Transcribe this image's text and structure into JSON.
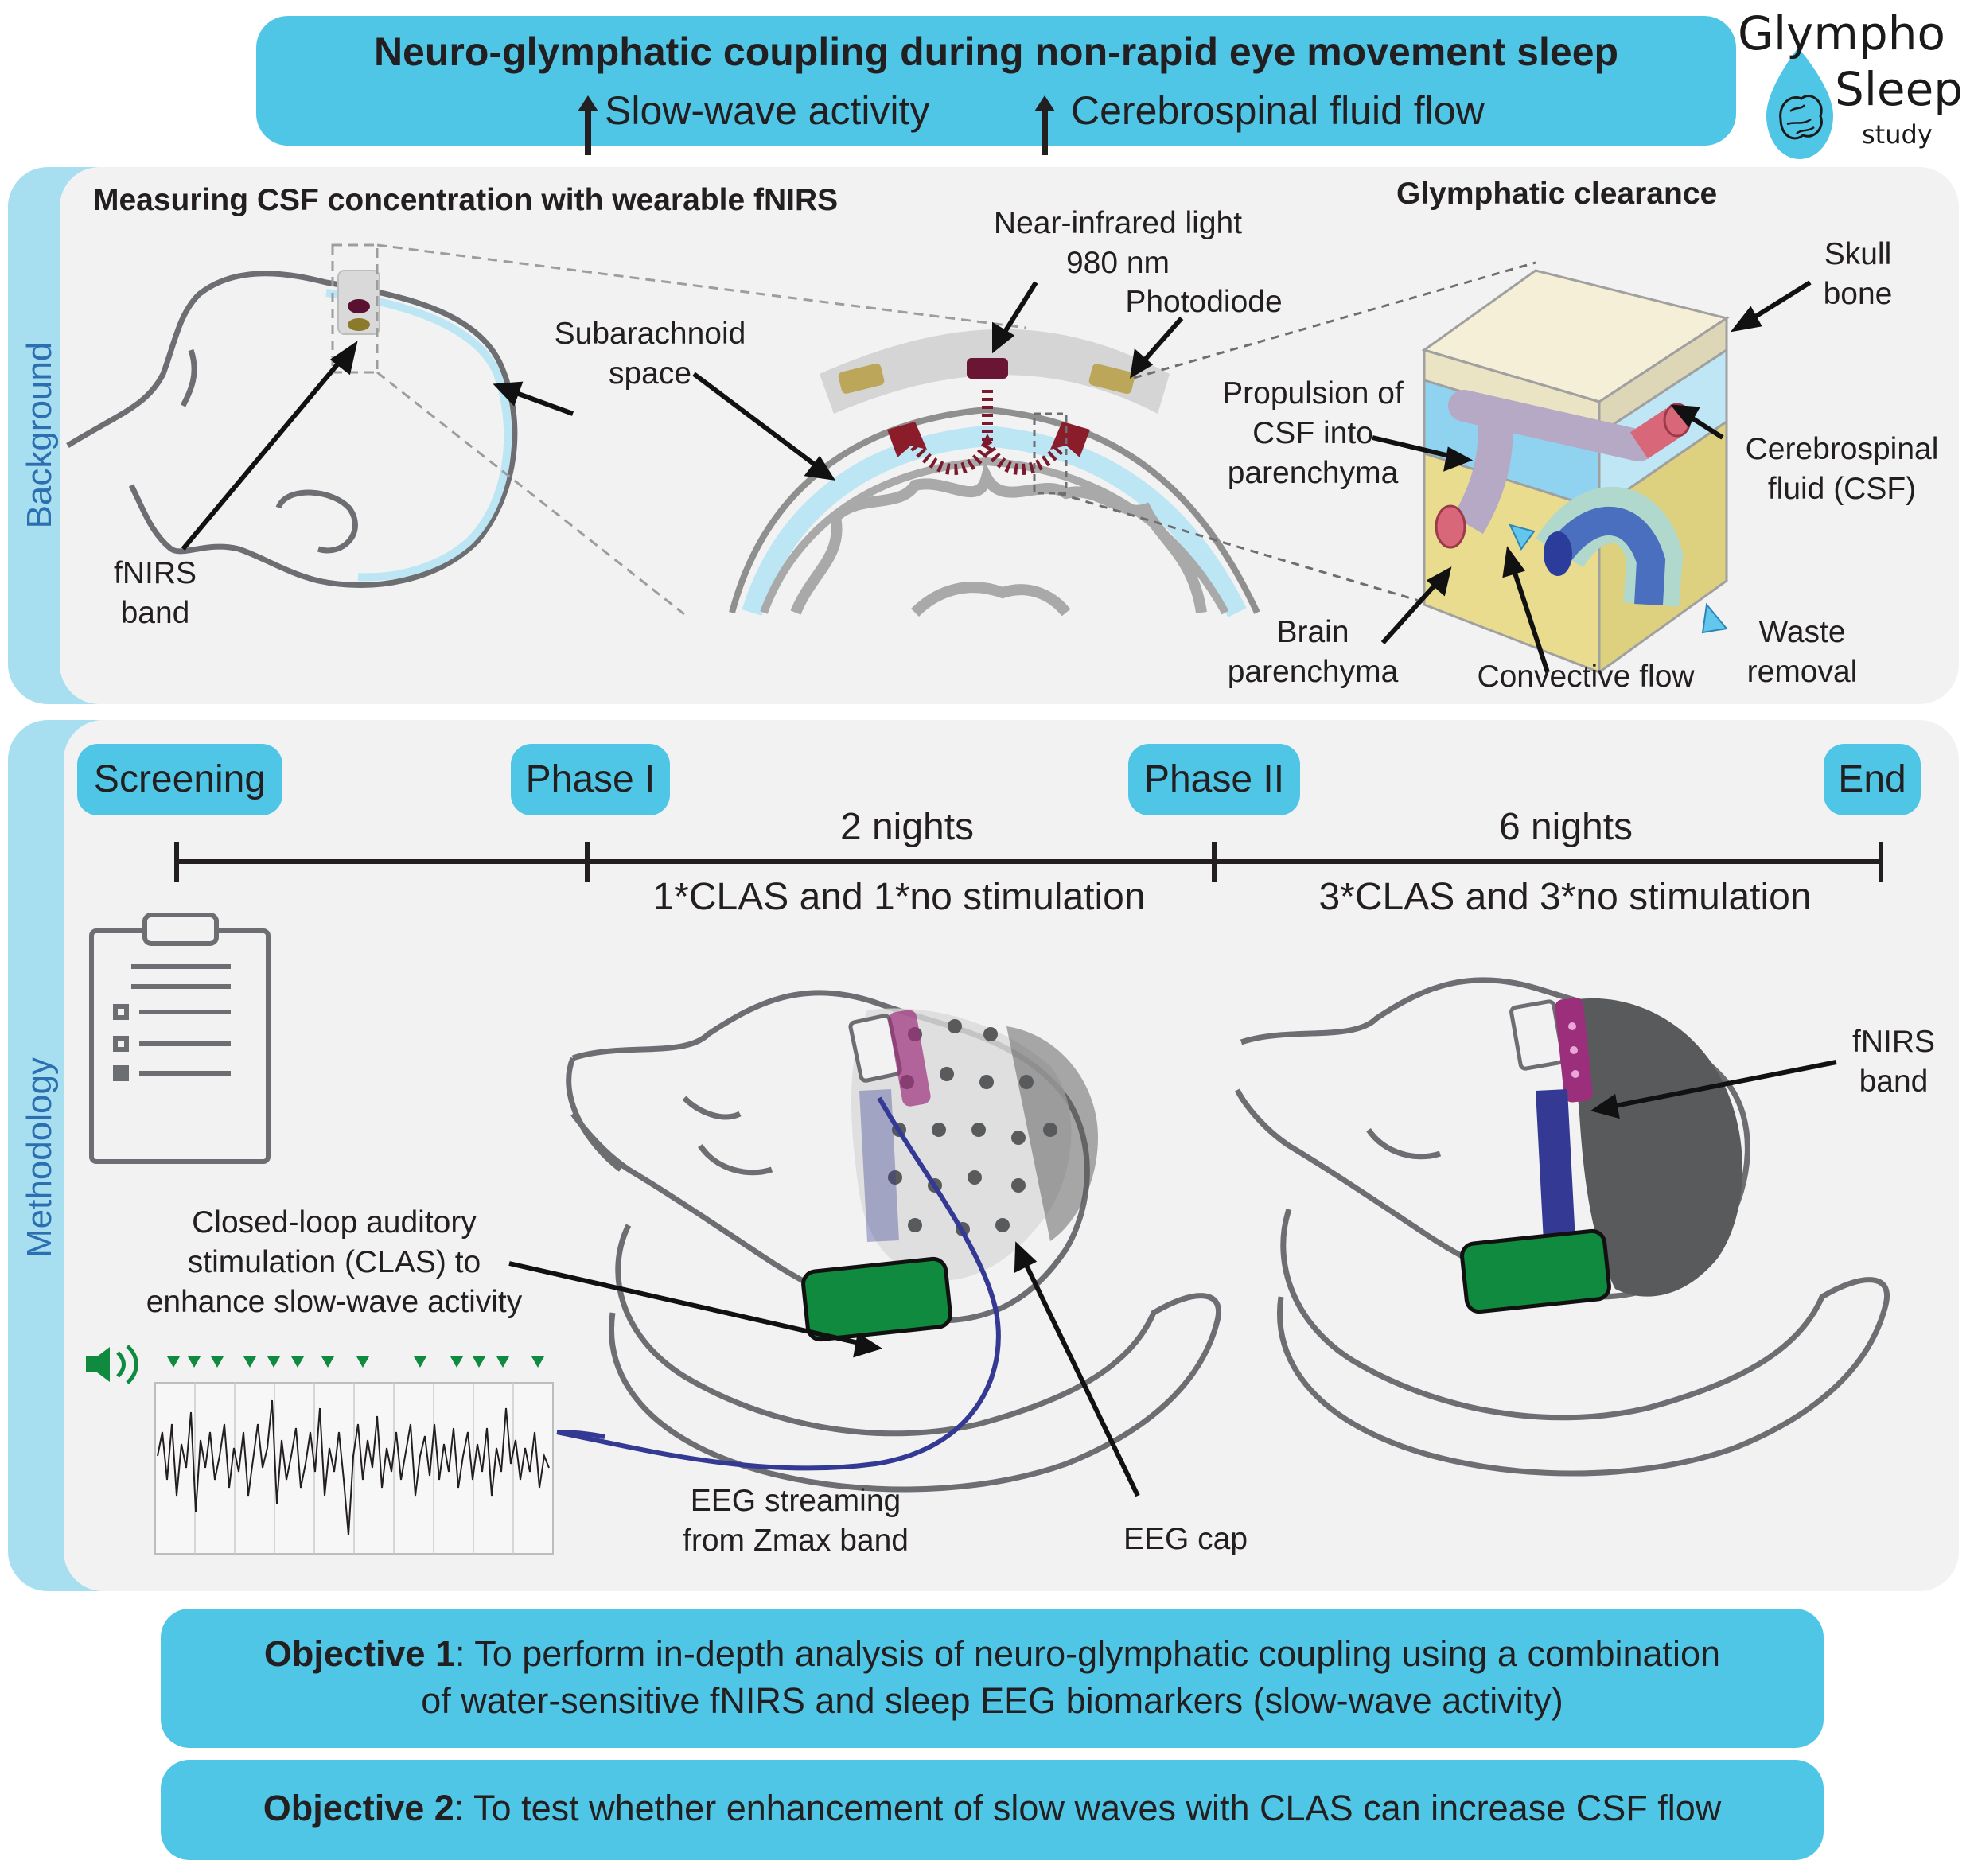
{
  "header": {
    "title": "Neuro-glymphatic coupling during non-rapid eye movement sleep",
    "sub_left": "Slow-wave activity",
    "sub_right": "Cerebrospinal fluid flow"
  },
  "logo": {
    "line1": "Glympho",
    "line2": "Sleep",
    "line3": "study"
  },
  "background_panel": {
    "side_label": "Background",
    "left_title": "Measuring CSF concentration with wearable fNIRS",
    "right_title": "Glymphatic clearance",
    "labels": {
      "fnirs_band_1": "fNIRS",
      "fnirs_band_2": "band",
      "subarachnoid_1": "Subarachnoid",
      "subarachnoid_2": "space",
      "nir_1": "Near-infrared light",
      "nir_2": "980 nm",
      "photodiode": "Photodiode",
      "skull_1": "Skull",
      "skull_2": "bone",
      "propulsion_1": "Propulsion of",
      "propulsion_2": "CSF into",
      "propulsion_3": "parenchyma",
      "csf_1": "Cerebrospinal",
      "csf_2": "fluid (CSF)",
      "brain_1": "Brain",
      "brain_2": "parenchyma",
      "convective": "Convective flow",
      "waste_1": "Waste",
      "waste_2": "removal"
    }
  },
  "methodology_panel": {
    "side_label": "Methodology",
    "steps": [
      "Screening",
      "Phase I",
      "Phase II",
      "End"
    ],
    "segment1_top": "2 nights",
    "segment1_bottom": "1*CLAS and 1*no stimulation",
    "segment2_top": "6 nights",
    "segment2_bottom": "3*CLAS and 3*no stimulation",
    "labels": {
      "clas_1": "Closed-loop auditory",
      "clas_2": "stimulation (CLAS) to",
      "clas_3": "enhance slow-wave activity",
      "eeg_stream_1": "EEG streaming",
      "eeg_stream_2": "from Zmax band",
      "eeg_cap": "EEG cap",
      "fnirs_1": "fNIRS",
      "fnirs_2": "band"
    }
  },
  "objectives": {
    "obj1_label": "Objective 1",
    "obj1_text_a": ": To perform in-depth analysis of neuro-glymphatic coupling using a combination",
    "obj1_text_b": "of water-sensitive fNIRS and sleep EEG biomarkers (slow-wave activity)",
    "obj2_label": "Objective 2",
    "obj2_text": ": To test whether enhancement of slow waves with CLAS can increase CSF flow"
  },
  "colors": {
    "banner": "#4fc6e6",
    "side_tab": "#a8dff0",
    "panel": "#f2f2f2",
    "side_text": "#2b6fb1",
    "zmax_green": "#0f8a3e",
    "fnirs_purple": "#9b2f7c",
    "strap_blue": "#343a94",
    "csf_blue": "#8fd3f0",
    "parenchyma": "#e9dc8e",
    "artery_red": "#d9677a"
  }
}
